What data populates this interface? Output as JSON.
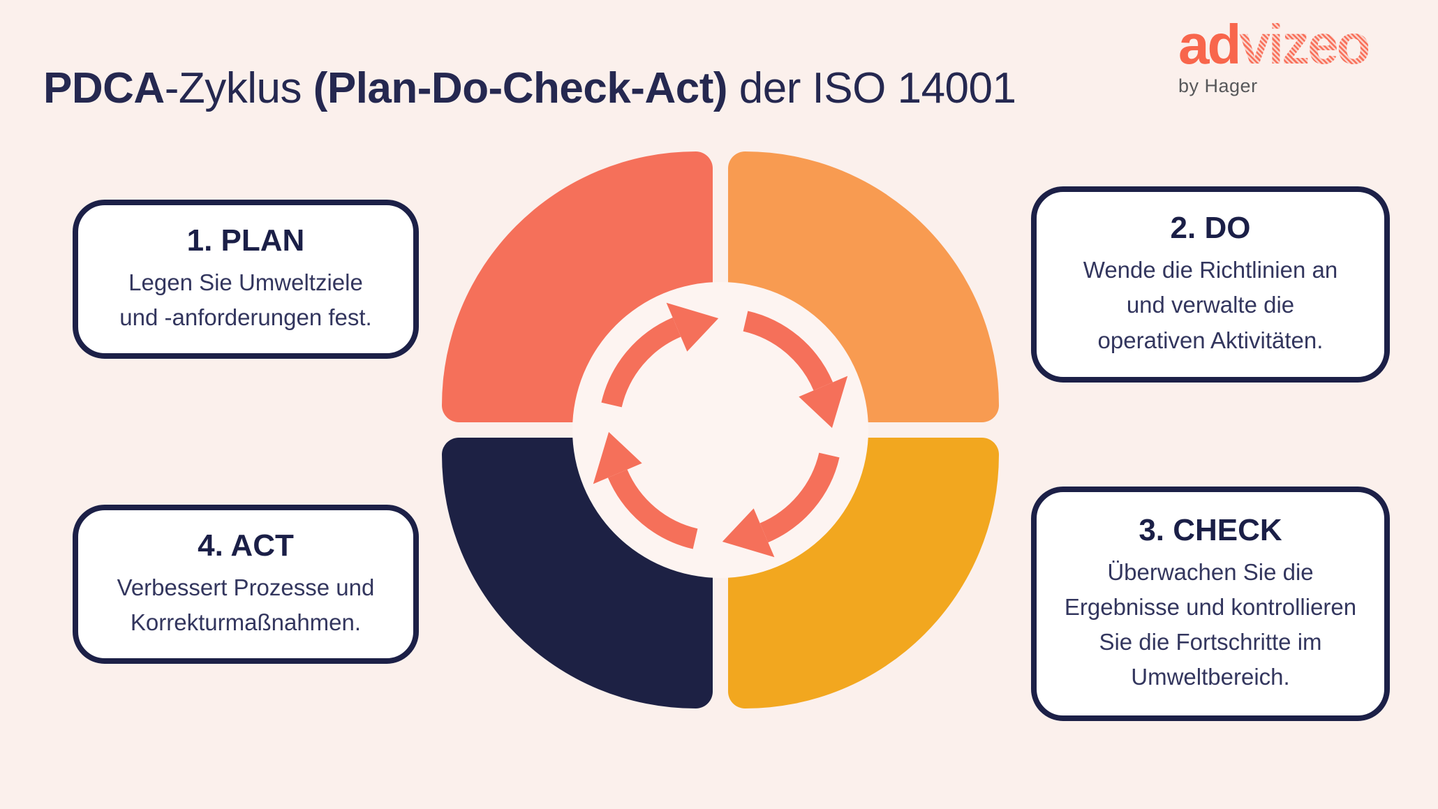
{
  "header": {
    "title_bold_1": "PDCA",
    "title_light_1": "-Zyklus ",
    "title_bold_2": "(Plan-Do-Check-Act)",
    "title_light_2": " der ISO 14001"
  },
  "logo": {
    "wordmark_solid": "ad",
    "wordmark_hatched": "vizeo",
    "tagline": "by Hager"
  },
  "wheel": {
    "icon": "cycle-arrows-clockwise",
    "icon_color": "#F5705A",
    "segments": [
      {
        "phase": "plan",
        "position": "top-left",
        "color": "#F5705A"
      },
      {
        "phase": "do",
        "position": "top-right",
        "color": "#F89B51"
      },
      {
        "phase": "act",
        "position": "bottom-left",
        "color": "#1D2144"
      },
      {
        "phase": "check",
        "position": "bottom-right",
        "color": "#F2A71F"
      }
    ]
  },
  "cards": [
    {
      "id": "plan",
      "title": "1. PLAN",
      "lines": [
        "Legen Sie Umweltziele",
        "und -anforderungen fest."
      ]
    },
    {
      "id": "do",
      "title": "2. DO",
      "lines": [
        "Wende die Richtlinien an",
        "und verwalte die",
        "operativen Aktivitäten."
      ]
    },
    {
      "id": "check",
      "title": "3. CHECK",
      "lines": [
        "Überwachen Sie die",
        "Ergebnisse und kontrollieren",
        "Sie die Fortschritte im",
        "Umweltbereich."
      ]
    },
    {
      "id": "act",
      "title": "4. ACT",
      "lines": [
        "Verbessert Prozesse und",
        "Korrekturmaßnahmen."
      ]
    }
  ],
  "colors": {
    "background": "#FBF0EC",
    "card_background": "#FFFFFF",
    "card_border_navy": "#1C2047",
    "title_navy": "#252850",
    "coral": "#F5705A",
    "orange": "#F89B51",
    "amber": "#F2A71F",
    "navy": "#1D2144",
    "logo_coral": "#F8664C",
    "tagline_gray": "#57585A"
  }
}
